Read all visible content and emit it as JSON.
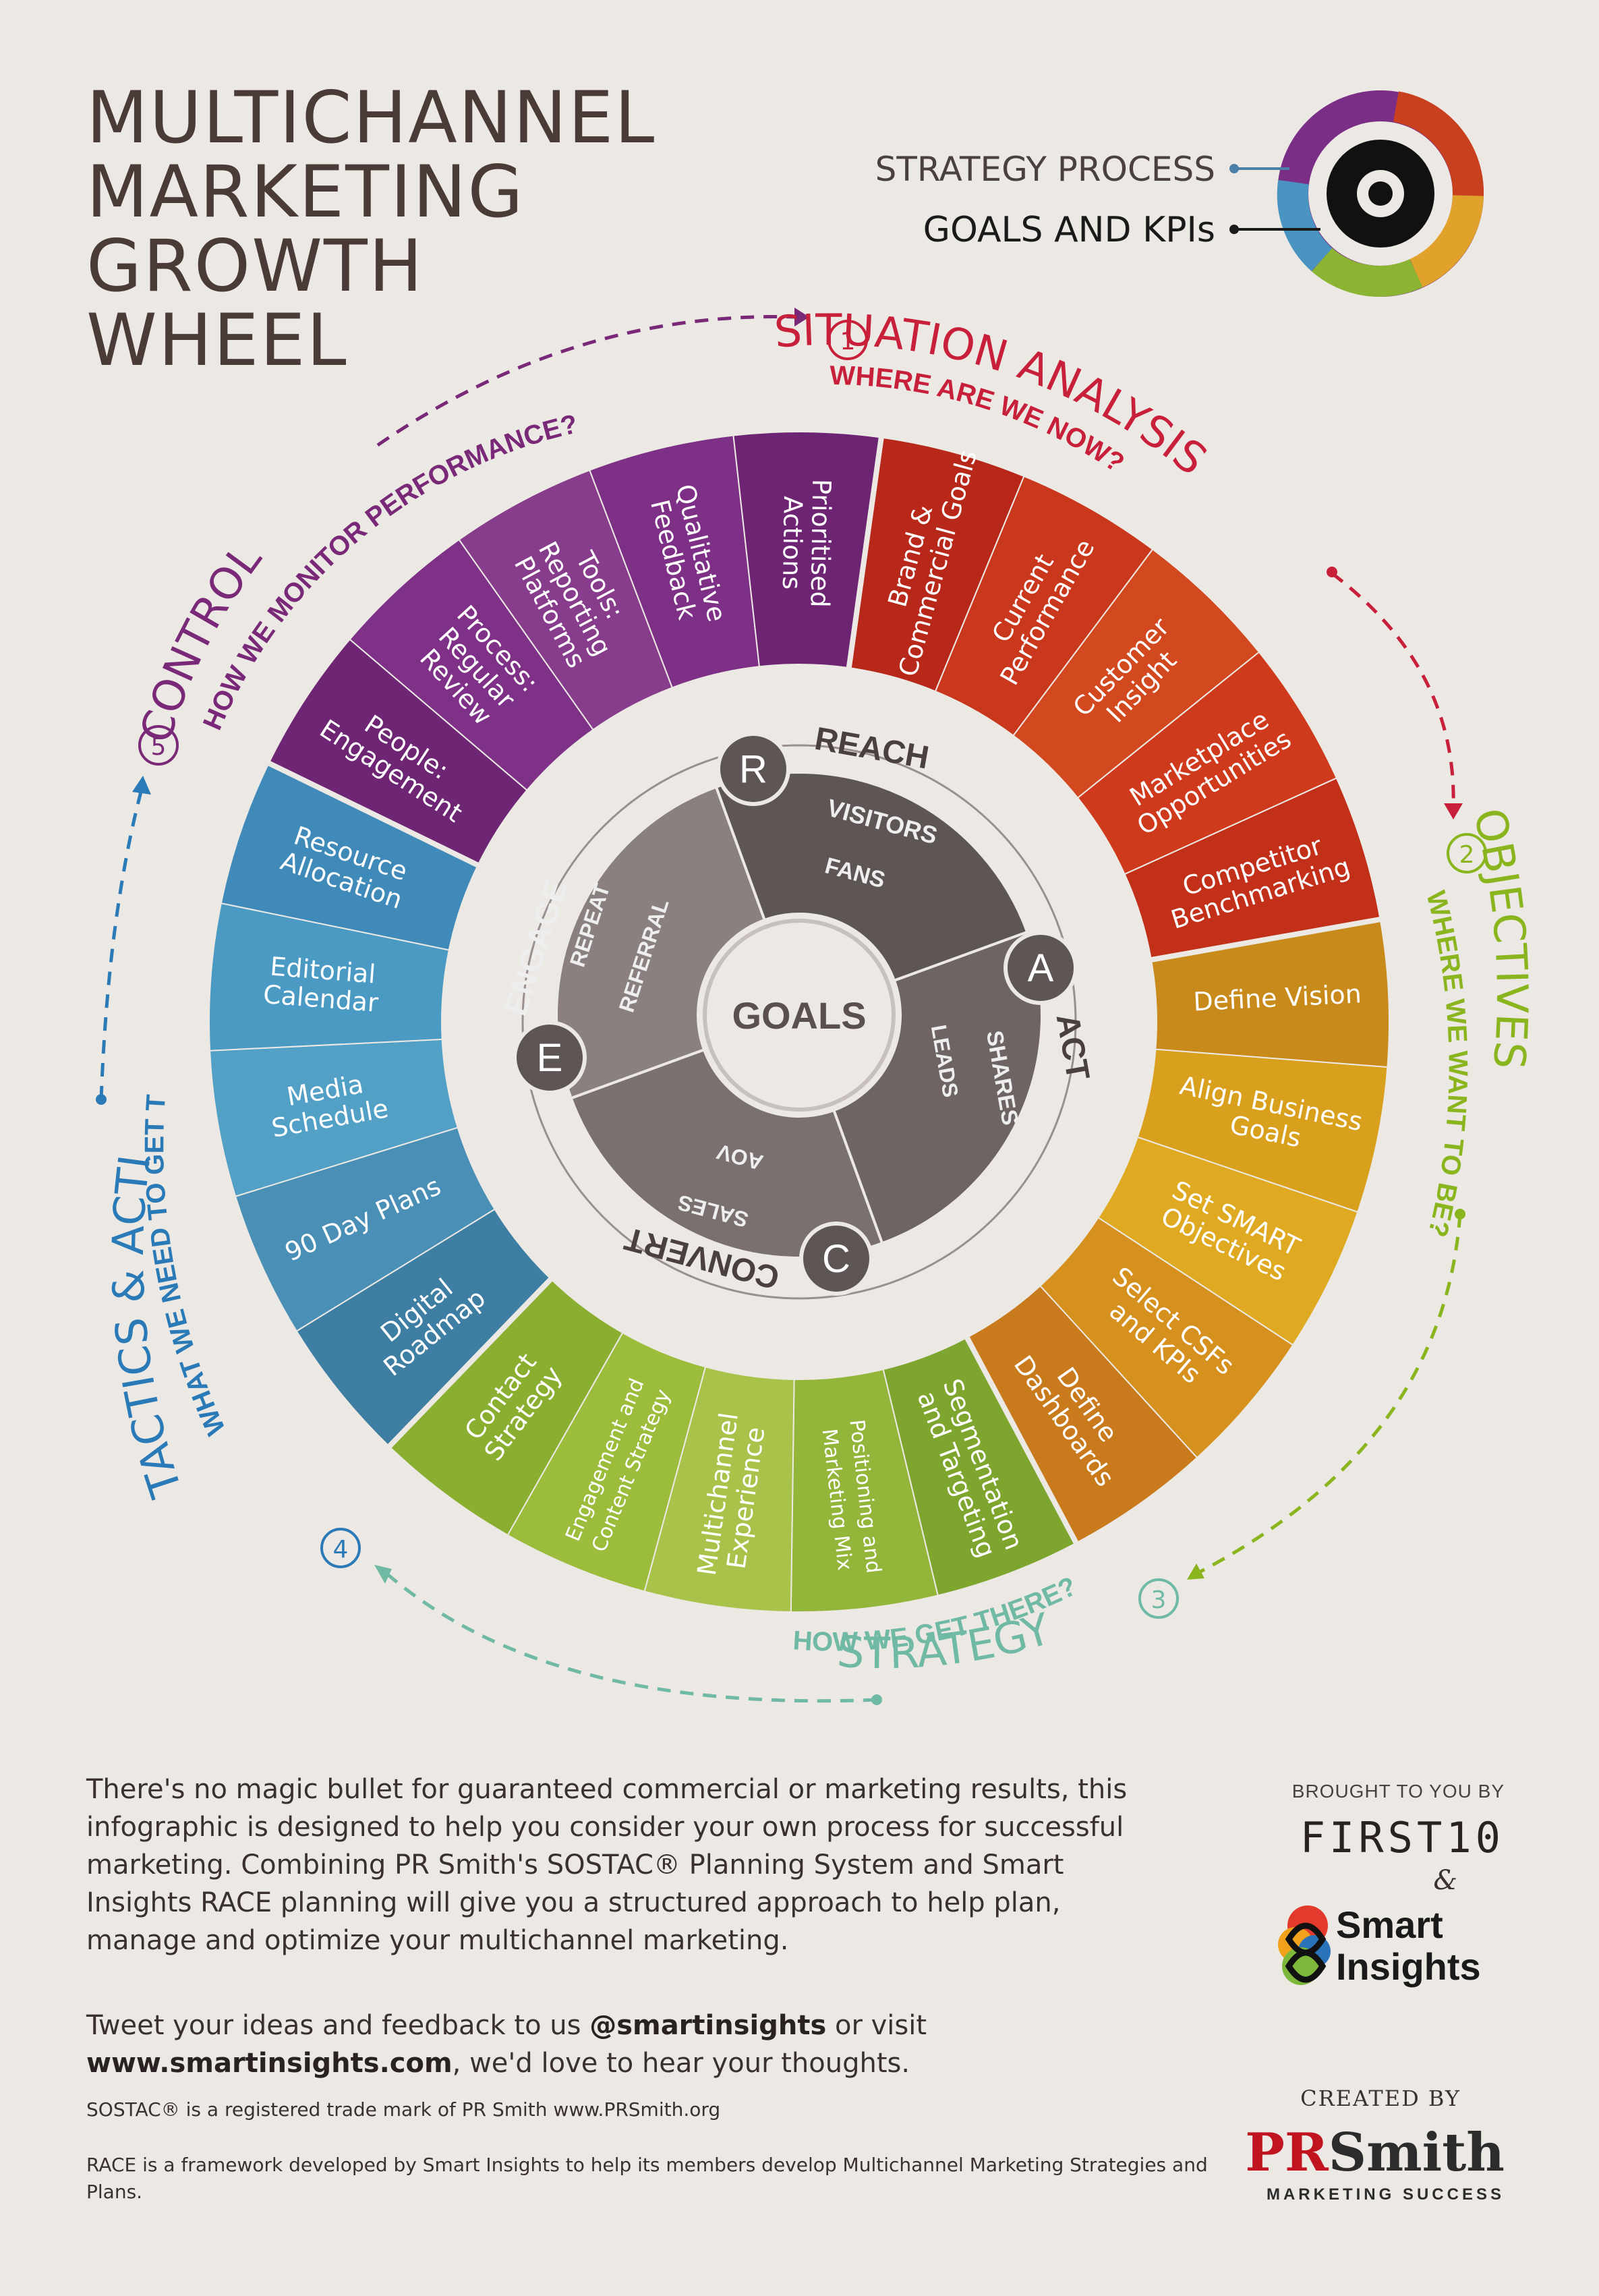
{
  "title": [
    "MULTICHANNEL",
    "MARKETING",
    "GROWTH",
    "WHEEL"
  ],
  "legend": {
    "strategy_process": "STRATEGY PROCESS",
    "goals_kpis": "GOALS AND KPIs"
  },
  "stages": [
    {
      "number": "1",
      "name": "SITUATION ANALYSIS",
      "question": "WHERE ARE WE NOW?",
      "color": "#c8203a"
    },
    {
      "number": "2",
      "name": "OBJECTIVES",
      "question": "WHERE WE WANT TO BE?",
      "color": "#8ab51e"
    },
    {
      "number": "3",
      "name": "STRATEGY",
      "question": "HOW WE GET THERE?",
      "color": "#6fb9a5"
    },
    {
      "number": "4",
      "name": "TACTICS & ACTION",
      "question": "WHAT WE NEED TO GET THERE?",
      "color": "#2a7ab8"
    },
    {
      "number": "5",
      "name": "CONTROL",
      "question": "HOW WE MONITOR PERFORMANCE?",
      "color": "#7a2878"
    }
  ],
  "segments": {
    "situation": [
      [
        "Brand &",
        "Commercial Goals"
      ],
      [
        "Current",
        "Performance"
      ],
      [
        "Customer",
        "Insight"
      ],
      [
        "Marketplace",
        "Opportunities"
      ],
      [
        "Competitor",
        "Benchmarking"
      ]
    ],
    "objectives": [
      [
        "Define Vision"
      ],
      [
        "Align Business",
        "Goals"
      ],
      [
        "Set SMART",
        "Objectives"
      ],
      [
        "Select CSFs",
        "and KPIs"
      ],
      [
        "Define",
        "Dashboards"
      ]
    ],
    "strategy": [
      [
        "Segmentation",
        "and Targeting"
      ],
      [
        "Positioning and",
        "Marketing Mix"
      ],
      [
        "Multichannel",
        "Experience"
      ],
      [
        "Engagement and",
        "Content Strategy"
      ],
      [
        "Contact",
        "Strategy"
      ]
    ],
    "tactics": [
      [
        "Digital",
        "Roadmap"
      ],
      [
        "90 Day Plans"
      ],
      [
        "Media",
        "Schedule"
      ],
      [
        "Editorial",
        "Calendar"
      ],
      [
        "Resource",
        "Allocation"
      ]
    ],
    "control": [
      [
        "People:",
        "Engagement"
      ],
      [
        "Process:",
        "Regular",
        "Review"
      ],
      [
        "Tools:",
        "Reporting",
        "Platforms"
      ],
      [
        "Qualitative",
        "Feedback"
      ],
      [
        "Prioritised",
        "Actions"
      ]
    ]
  },
  "race": {
    "reach": {
      "letter": "R",
      "label": "REACH",
      "metrics": [
        "VISITORS",
        "FANS"
      ]
    },
    "act": {
      "letter": "A",
      "label": "ACT",
      "metrics": [
        "SHARES",
        "LEADS"
      ]
    },
    "convert": {
      "letter": "C",
      "label": "CONVERT",
      "metrics": [
        "SALES",
        "AOV"
      ]
    },
    "engage": {
      "letter": "E",
      "label": "ENGAGE",
      "metrics": [
        "REPEAT",
        "REFERRAL"
      ]
    },
    "center": "GOALS"
  },
  "footer": {
    "body": "There's no magic bullet for guaranteed commercial or marketing results, this infographic is designed to help you consider your own process for successful marketing. Combining PR Smith's SOSTAC® Planning System and Smart Insights RACE planning will give you a structured approach to help plan, manage and optimize your multichannel marketing.",
    "tweet_pre": "Tweet your ideas and feedback to us ",
    "tweet_handle": "@smartinsights",
    "tweet_mid": " or visit ",
    "tweet_url": "www.smartinsights.com",
    "tweet_post": ", we'd love to hear your thoughts.",
    "sostac_note": "SOSTAC® is a registered trade mark of PR Smith www.PRSmith.org",
    "race_note": "RACE is a framework developed by Smart Insights to help its members develop Multichannel Marketing Strategies and Plans."
  },
  "credits": {
    "brought_by": "BROUGHT TO YOU BY",
    "first10": "FIRST10",
    "amp": "&",
    "smart": "Smart",
    "insights": "Insights",
    "created_by": "CREATED BY",
    "pr": "PR",
    "smith": "Smith",
    "tagline": "MARKETING SUCCESS"
  }
}
